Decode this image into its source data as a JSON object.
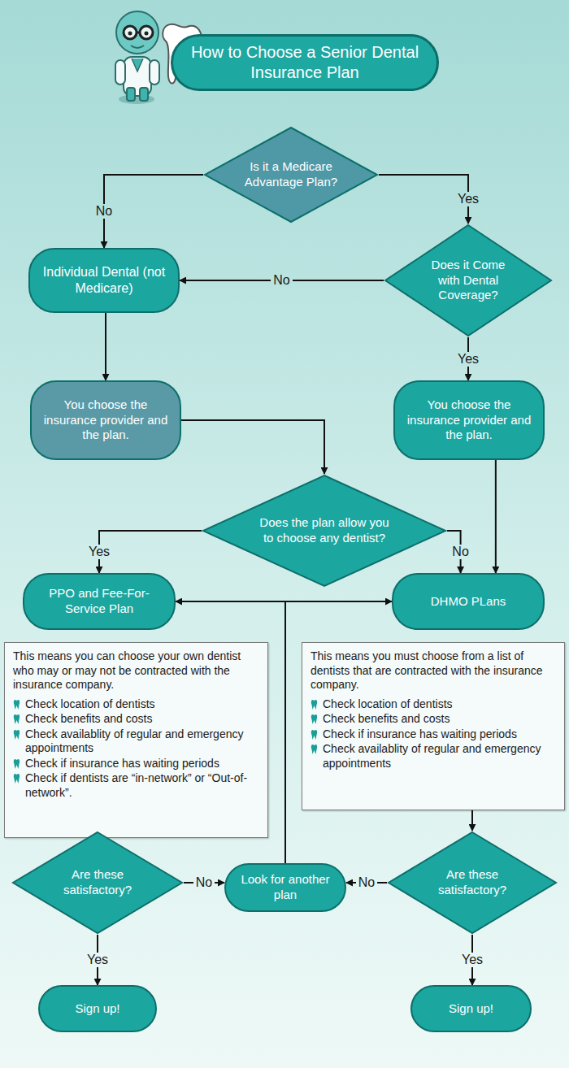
{
  "diagram": {
    "title": "How to Choose a Senior Dental Insurance Plan",
    "nodes": [
      {
        "text": [
          "Is it a Medicare Advantage Plan?"
        ]
      },
      {
        "text": [
          "Individual Dental (not Medicare)"
        ]
      },
      {
        "text": [
          "Does it Come with Dental Coverage?"
        ]
      },
      {
        "text": [
          "You choose the insurance provider and the plan."
        ]
      },
      {
        "text": [
          "You choose the insurance provider and the plan."
        ]
      },
      {
        "text": [
          "Does the plan allow you to choose any dentist?"
        ]
      },
      {
        "text": [
          "PPO and Fee-For-Service Plan"
        ]
      },
      {
        "text": [
          "DHMO PLans"
        ]
      },
      {
        "text": [
          "This means you can choose your own dentist who may or may not be contracted with the insurance company.",
          "Check location of dentists",
          "Check benefits and costs",
          "Check availablity of regular and emergency appointments",
          "Check if insurance has waiting periods",
          "Check if dentists are “in-network” or “Out-of-network”."
        ]
      },
      {
        "text": [
          "This means you must choose from a list of dentists that are contracted with the insurance company.",
          "Check location of dentists",
          "Check benefits and costs",
          "Check if insurance has waiting periods",
          "Check availablity of regular and emergency appointments"
        ]
      },
      {
        "text": [
          "Are these satisfactory?"
        ]
      },
      {
        "text": [
          "Look for another plan"
        ]
      },
      {
        "text": [
          "Are these satisfactory?"
        ]
      },
      {
        "text": [
          "Sign up!"
        ]
      },
      {
        "text": [
          "Sign up!"
        ]
      }
    ],
    "edges": [
      {
        "from": 0,
        "to": 1,
        "label": "No",
        "arrow": "to"
      },
      {
        "from": 0,
        "to": 2,
        "label": "Yes",
        "arrow": "to"
      },
      {
        "from": 2,
        "to": 1,
        "label": "No",
        "arrow": "to"
      },
      {
        "from": 2,
        "to": 4,
        "label": "Yes",
        "arrow": "to"
      },
      {
        "from": 1,
        "to": 3,
        "arrow": "to"
      },
      {
        "from": 3,
        "to": 5,
        "arrow": "to"
      },
      {
        "from": 4,
        "to": 7,
        "arrow": "to"
      },
      {
        "from": 5,
        "to": 6,
        "label": "Yes",
        "arrow": "to"
      },
      {
        "from": 5,
        "to": 7,
        "label": "No",
        "arrow": "to"
      },
      {
        "from": 8,
        "to": 10,
        "arrow": "to"
      },
      {
        "from": 9,
        "to": 12,
        "arrow": "to"
      },
      {
        "from": 10,
        "to": 11,
        "label": "No",
        "arrow": "to"
      },
      {
        "from": 12,
        "to": 11,
        "label": "No",
        "arrow": "to"
      },
      {
        "from": 11,
        "to": 6,
        "arrow": "to"
      },
      {
        "from": 11,
        "to": 7,
        "arrow": "to"
      },
      {
        "from": 10,
        "to": 13,
        "label": "Yes",
        "arrow": "to"
      },
      {
        "from": 12,
        "to": 14,
        "label": "Yes",
        "arrow": "to"
      }
    ]
  }
}
